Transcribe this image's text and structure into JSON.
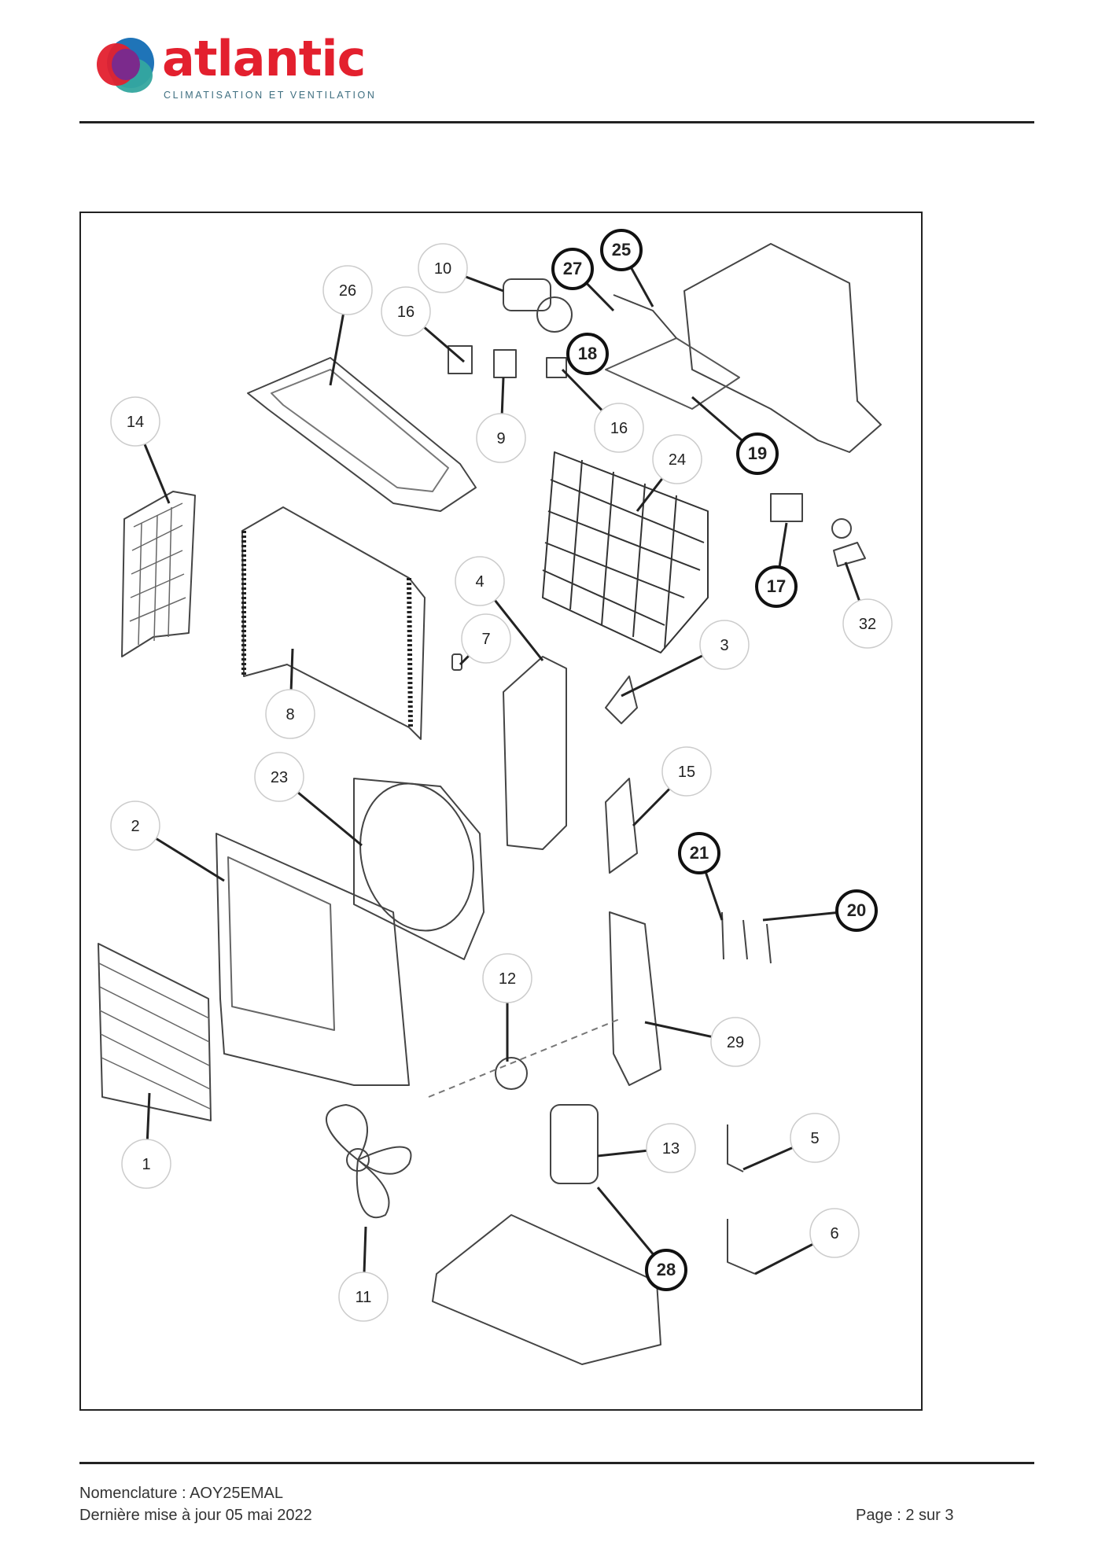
{
  "header": {
    "logo_text": "atlantic",
    "logo_tagline": "CLIMATISATION ET VENTILATION",
    "brand_colors": {
      "red": "#e3202e",
      "blue": "#1f74b8",
      "purple": "#7b2a8c",
      "teal": "#34a79f"
    }
  },
  "diagram": {
    "callouts": [
      {
        "label": "10",
        "bold": false
      },
      {
        "label": "26",
        "bold": false
      },
      {
        "label": "16",
        "bold": false
      },
      {
        "label": "27",
        "bold": true
      },
      {
        "label": "25",
        "bold": true
      },
      {
        "label": "18",
        "bold": true
      },
      {
        "label": "9",
        "bold": false
      },
      {
        "label": "16",
        "bold": false
      },
      {
        "label": "19",
        "bold": true
      },
      {
        "label": "24",
        "bold": false
      },
      {
        "label": "14",
        "bold": false
      },
      {
        "label": "17",
        "bold": true
      },
      {
        "label": "32",
        "bold": false
      },
      {
        "label": "4",
        "bold": false
      },
      {
        "label": "7",
        "bold": false
      },
      {
        "label": "3",
        "bold": false
      },
      {
        "label": "8",
        "bold": false
      },
      {
        "label": "23",
        "bold": false
      },
      {
        "label": "15",
        "bold": false
      },
      {
        "label": "2",
        "bold": false
      },
      {
        "label": "21",
        "bold": true
      },
      {
        "label": "20",
        "bold": true
      },
      {
        "label": "12",
        "bold": false
      },
      {
        "label": "29",
        "bold": false
      },
      {
        "label": "13",
        "bold": false
      },
      {
        "label": "5",
        "bold": false
      },
      {
        "label": "1",
        "bold": false
      },
      {
        "label": "6",
        "bold": false
      },
      {
        "label": "28",
        "bold": true
      },
      {
        "label": "11",
        "bold": false
      }
    ]
  },
  "footer": {
    "nomenclature": "Nomenclature : AOY25EMAL",
    "updated": "Dernière mise à jour 05 mai 2022",
    "page": "Page : 2 sur 3"
  }
}
